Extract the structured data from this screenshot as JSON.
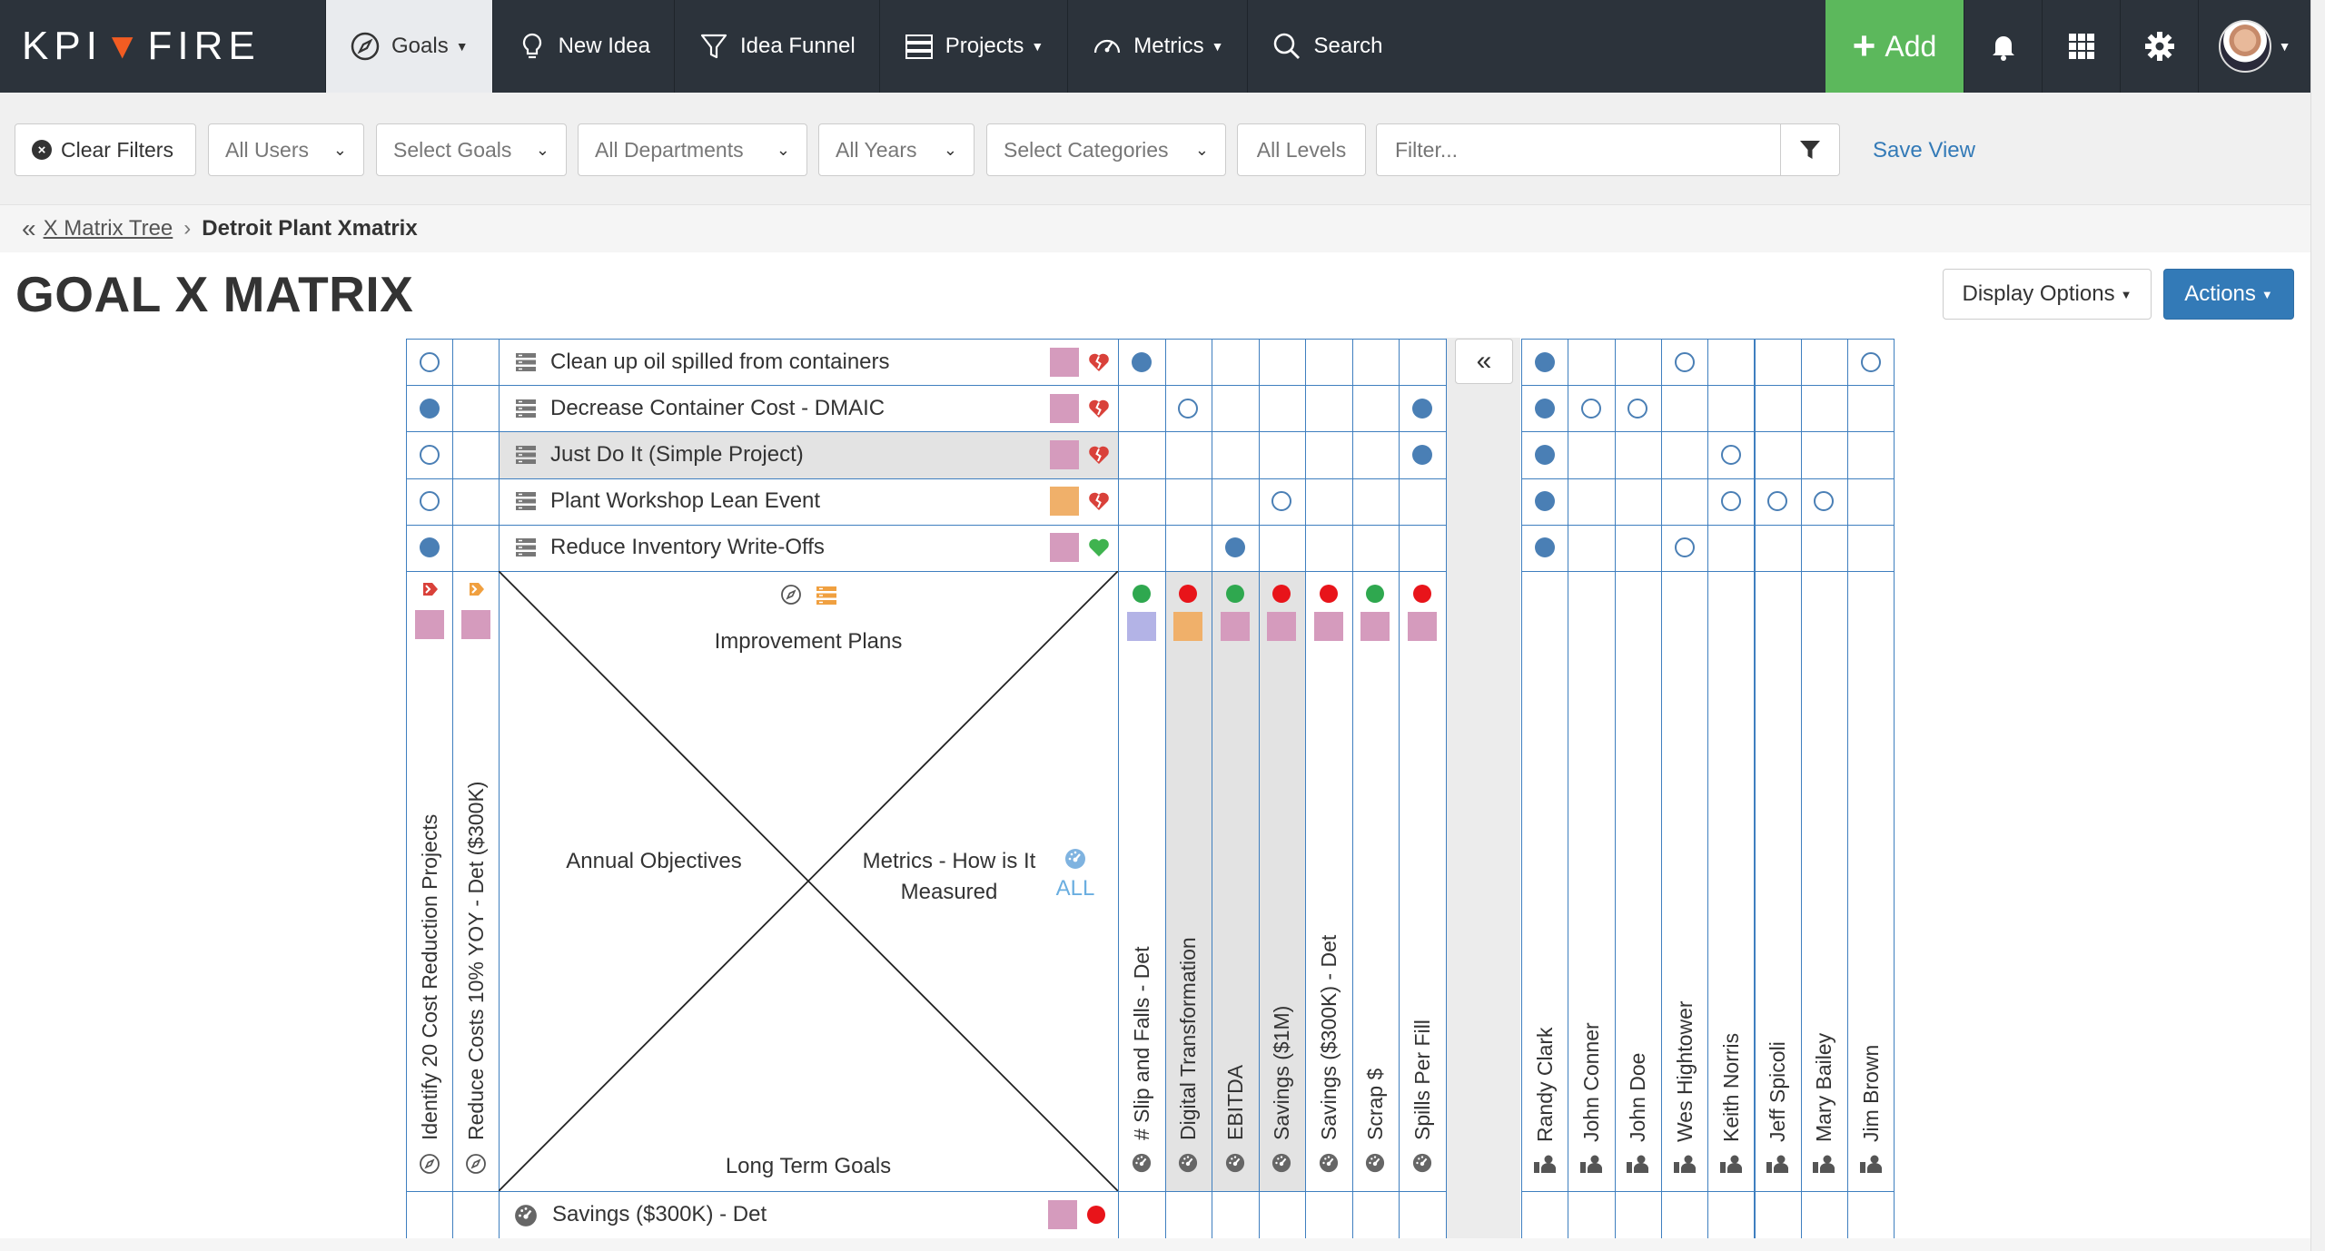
{
  "app": {
    "logo_left": "KPI",
    "logo_right": "FIRE",
    "nav": [
      {
        "label": "Goals",
        "has_caret": true,
        "active": true
      },
      {
        "label": "New Idea"
      },
      {
        "label": "Idea Funnel"
      },
      {
        "label": "Projects",
        "has_caret": true
      },
      {
        "label": "Metrics",
        "has_caret": true
      },
      {
        "label": "Search"
      }
    ],
    "add_label": "Add"
  },
  "filters": {
    "clear": "Clear Filters",
    "users": "All Users",
    "goals": "Select Goals",
    "departments": "All Departments",
    "years": "All Years",
    "categories": "Select Categories",
    "levels": "All Levels",
    "filter_placeholder": "Filter...",
    "save_view": "Save View"
  },
  "breadcrumb": {
    "parent": "X Matrix Tree",
    "current": "Detroit Plant Xmatrix"
  },
  "page": {
    "title": "GOAL X MATRIX",
    "display_options": "Display Options",
    "actions": "Actions"
  },
  "matrix": {
    "projects": [
      {
        "name": "Clean up oil spilled from containers",
        "swatch": "#d59bbd",
        "health": "broken-heart",
        "highlight": false
      },
      {
        "name": "Decrease Container Cost - DMAIC",
        "swatch": "#d59bbd",
        "health": "broken-heart",
        "highlight": false
      },
      {
        "name": "Just Do It (Simple Project)",
        "swatch": "#d59bbd",
        "health": "broken-heart",
        "highlight": true
      },
      {
        "name": "Plant Workshop Lean Event",
        "swatch": "#f0b06a",
        "health": "broken-heart",
        "highlight": false
      },
      {
        "name": "Reduce Inventory Write-Offs",
        "swatch": "#d59bbd",
        "health": "heart",
        "highlight": false
      }
    ],
    "annual_objectives": [
      {
        "name": "Identify 20 Cost Reduction Projects",
        "swatch": "#d59bbd"
      },
      {
        "name": "Reduce Costs 10% YOY - Det ($300K)",
        "swatch": "#d59bbd"
      }
    ],
    "metrics": [
      {
        "name": "# Slip and Falls - Det",
        "status": "#2fa84f",
        "swatch": "#b3b3e6",
        "highlight": false
      },
      {
        "name": "Digital Transformation",
        "status": "#e8141a",
        "swatch": "#f0b06a",
        "highlight": true
      },
      {
        "name": "EBITDA",
        "status": "#2fa84f",
        "swatch": "#d59bbd",
        "highlight": true
      },
      {
        "name": "Savings ($1M)",
        "status": "#e8141a",
        "swatch": "#d59bbd",
        "highlight": true
      },
      {
        "name": "Savings ($300K) - Det",
        "status": "#e8141a",
        "swatch": "#d59bbd",
        "highlight": false
      },
      {
        "name": "Scrap $",
        "status": "#2fa84f",
        "swatch": "#d59bbd",
        "highlight": false
      },
      {
        "name": "Spills Per Fill",
        "status": "#e8141a",
        "swatch": "#d59bbd",
        "highlight": false
      }
    ],
    "people": [
      "Randy Clark",
      "John Conner",
      "John Doe",
      "Wes Hightower",
      "Keith Norris",
      "Jeff Spicoli",
      "Mary Bailey",
      "Jim Brown"
    ],
    "center": {
      "top": "Improvement Plans",
      "left": "Annual Objectives",
      "right_line1": "Metrics - How is It",
      "right_line2": "Measured",
      "right_all": "ALL",
      "bottom": "Long Term Goals"
    },
    "long_term_goal": {
      "name": "Savings ($300K) - Det",
      "swatch": "#d59bbd",
      "status": "#e8141a"
    },
    "objective_marks": [
      [
        "open",
        "none"
      ],
      [
        "filled",
        "none"
      ],
      [
        "open",
        "none"
      ],
      [
        "open",
        "none"
      ],
      [
        "filled",
        "none"
      ]
    ],
    "metric_marks": [
      [
        "filled",
        "",
        "",
        "",
        "",
        "",
        ""
      ],
      [
        "",
        "open",
        "",
        "",
        "",
        "",
        "filled"
      ],
      [
        "",
        "",
        "",
        "",
        "",
        "",
        "filled"
      ],
      [
        "",
        "",
        "",
        "open",
        "",
        "",
        ""
      ],
      [
        "",
        "",
        "filled",
        "",
        "",
        "",
        ""
      ]
    ],
    "people_marks": [
      [
        "filled",
        "",
        "",
        "open",
        "",
        "",
        "",
        "open"
      ],
      [
        "filled",
        "open",
        "open",
        "",
        "",
        "",
        "",
        ""
      ],
      [
        "filled",
        "",
        "",
        "",
        "open",
        "",
        "",
        ""
      ],
      [
        "filled",
        "",
        "",
        "",
        "open",
        "open",
        "open",
        ""
      ],
      [
        "filled",
        "",
        "",
        "open",
        "",
        "",
        "",
        ""
      ]
    ]
  }
}
